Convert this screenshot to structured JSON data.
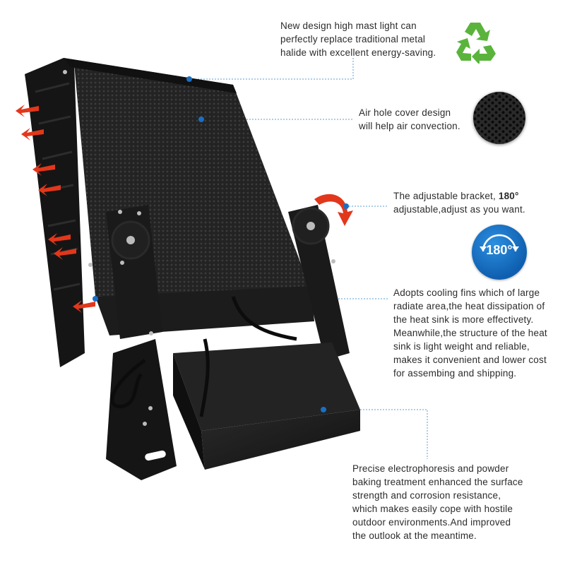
{
  "callouts": {
    "design": {
      "lines": [
        "New design high mast light can",
        "perfectly replace traditional metal",
        "halide with excellent energy-saving."
      ]
    },
    "air_hole": {
      "lines": [
        "Air hole cover design",
        "will help air convection."
      ]
    },
    "bracket": {
      "line1_prefix": "The adjustable bracket,",
      "line1_bold": "180°",
      "line2": "adjustable,adjust as you want."
    },
    "cooling": {
      "lines": [
        "Adopts cooling fins which of large",
        "radiate area,the heat dissipation of",
        "the heat sink is more effectivety.",
        "Meanwhile,the structure of the heat",
        "sink is light weight and reliable,",
        "makes it convenient and lower cost",
        "for assembing and shipping."
      ]
    },
    "coating": {
      "lines": [
        "Precise electrophoresis  and powder",
        "baking treatment enhanced the surface",
        "strength and corrosion resistance,",
        "which makes easily cope with hostile",
        "outdoor environments.And improved",
        "the outlook at the meantime."
      ]
    }
  },
  "badge": {
    "label": "180°",
    "color": "#1a6fc4"
  },
  "colors": {
    "accent_dot": "#1a6fc4",
    "heat_arrow": "#e2371b",
    "leader_line": "#5a9fd6",
    "housing": "#1b1b1b"
  },
  "icons": [
    "recycle-icon",
    "honeycomb-icon",
    "rotate-180-icon",
    "heat-arrow-icon"
  ]
}
